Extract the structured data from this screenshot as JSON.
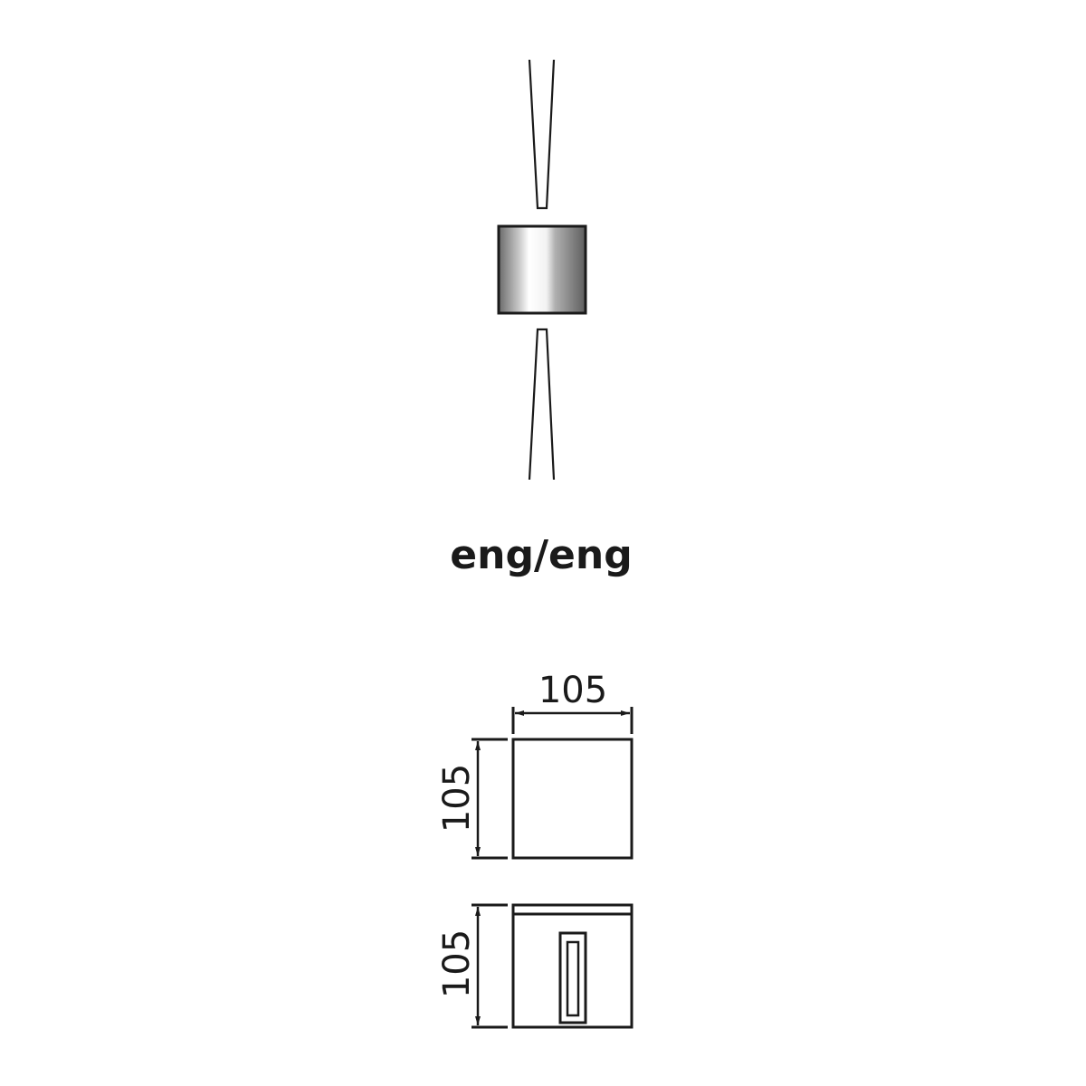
{
  "beam_label": "eng/eng",
  "dimensions": {
    "front_width": "105",
    "front_height": "105",
    "side_height": "105"
  },
  "colors": {
    "line": "#1a1a1a",
    "background": "#ffffff"
  }
}
